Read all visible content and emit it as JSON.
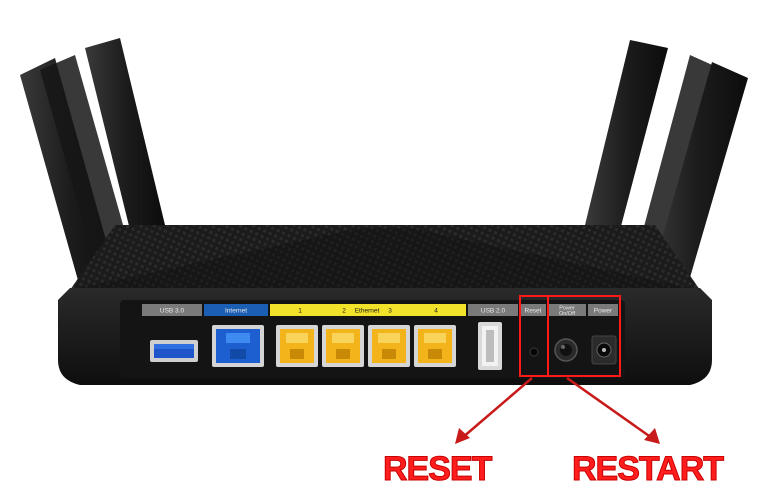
{
  "panel": {
    "usb30_label": "USB 3.0",
    "internet_label": "Internet",
    "ethernet_port1": "1",
    "ethernet_port2": "2",
    "ethernet_title": "Ethernet",
    "ethernet_port3": "3",
    "ethernet_port4": "4",
    "usb20_label": "USB 2.0",
    "reset_label": "Reset",
    "power_onoff_line1": "Power",
    "power_onoff_line2": "On/Off",
    "power_label": "Power"
  },
  "callouts": {
    "reset": "RESET",
    "restart": "RESTART"
  },
  "colors": {
    "internet_strip": "#1a5fb4",
    "ethernet_strip": "#f2e22a",
    "callout": "#ff1d1d",
    "highlight_box": "#ff1a1a"
  }
}
